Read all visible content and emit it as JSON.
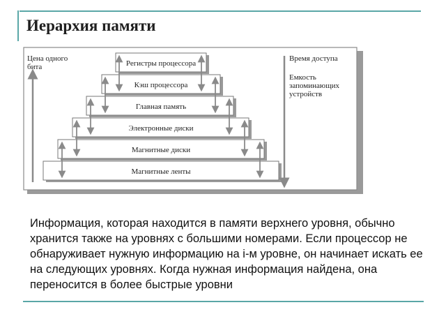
{
  "slide": {
    "title": "Иерархия памяти",
    "body": "Информация, которая находится в памяти верхнего уровня, обычно хранится также на уровнях с большими номерами. Если процессор не обнаруживает нужную информацию на i-м уровне, он начинает искать ее на следующих уровнях. Когда нужная информация найдена, она переносится в более быстрые уровни"
  },
  "diagram": {
    "left_label": [
      "Цена одного",
      "бита"
    ],
    "right_label_1": "Время доступа",
    "right_label_2": [
      "Емкость",
      "запоминающих",
      "устройств"
    ],
    "levels": [
      "Регистры процессора",
      "Кэш процессора",
      "Главная память",
      "Электронные диски",
      "Магнитные диски",
      "Магнитные ленты"
    ]
  },
  "colors": {
    "accent_rule": "#5aa7a7",
    "shadow": "#9a9a9a",
    "arrow": "#8a8a8a"
  }
}
